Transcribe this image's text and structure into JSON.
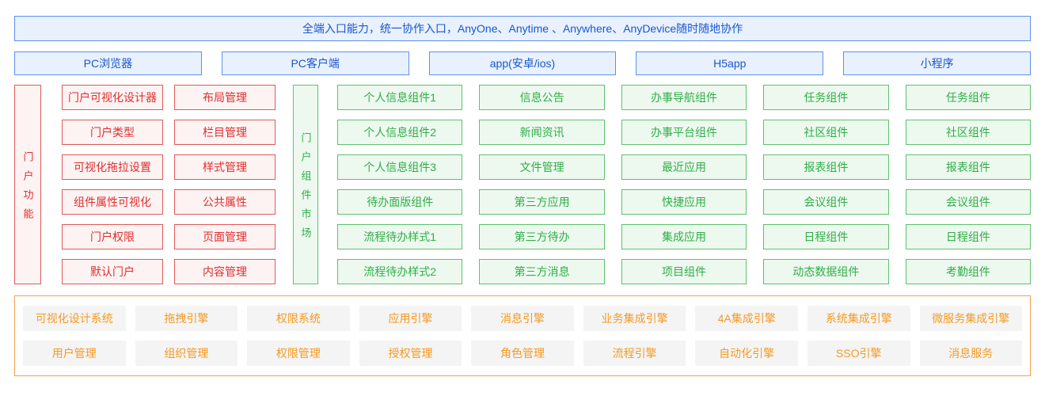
{
  "colors": {
    "blue_border": "#5e90ee",
    "blue_fill": "#e8f1fd",
    "blue_text": "#1a56d0",
    "red_border": "#e05a5a",
    "red_fill": "#fdf3f3",
    "red_text": "#e02e2e",
    "green_border": "#5fc170",
    "green_fill": "#edf9ef",
    "green_text": "#2fae47",
    "orange_border": "#efa14d",
    "orange_text": "#f59a23",
    "gray_fill": "#f4f4f4"
  },
  "banner": "全端入口能力，统一协作入口，AnyOne、Anytime 、Anywhere、AnyDevice随时随地协作",
  "channels": [
    "PC浏览器",
    "PC客户端",
    "app(安卓/ios)",
    "H5app",
    "小程序"
  ],
  "portal_functions": {
    "title": "门户功能",
    "col1": [
      "门户可视化设计器",
      "门户类型",
      "可视化拖拉设置",
      "组件属性可视化",
      "门户权限",
      "默认门户"
    ],
    "col2": [
      "布局管理",
      "栏目管理",
      "样式管理",
      "公共属性",
      "页面管理",
      "内容管理"
    ]
  },
  "component_market": {
    "title": "门户组件市场",
    "col1": [
      "个人信息组件1",
      "个人信息组件2",
      "个人信息组件3",
      "待办面版组件",
      "流程待办样式1",
      "流程待办样式2"
    ],
    "col2": [
      "信息公告",
      "新闻资讯",
      "文件管理",
      "第三方应用",
      "第三方待办",
      "第三方消息"
    ],
    "col3": [
      "办事导航组件",
      "办事平台组件",
      "最近应用",
      "快捷应用",
      "集成应用",
      "项目组件"
    ],
    "col4": [
      "任务组件",
      "社区组件",
      "报表组件",
      "会议组件",
      "日程组件",
      "动态数据组件"
    ],
    "col5": [
      "任务组件",
      "社区组件",
      "报表组件",
      "会议组件",
      "日程组件",
      "考勤组件"
    ]
  },
  "platform": {
    "row1": [
      "可视化设计系统",
      "拖拽引擎",
      "权限系统",
      "应用引擎",
      "消息引擎",
      "业务集成引擎",
      "4A集成引擎",
      "系统集成引擎",
      "微服务集成引擎"
    ],
    "row2": [
      "用户管理",
      "组织管理",
      "权限管理",
      "授权管理",
      "角色管理",
      "流程引擎",
      "自动化引擎",
      "SSO引擎",
      "消息服务"
    ]
  }
}
